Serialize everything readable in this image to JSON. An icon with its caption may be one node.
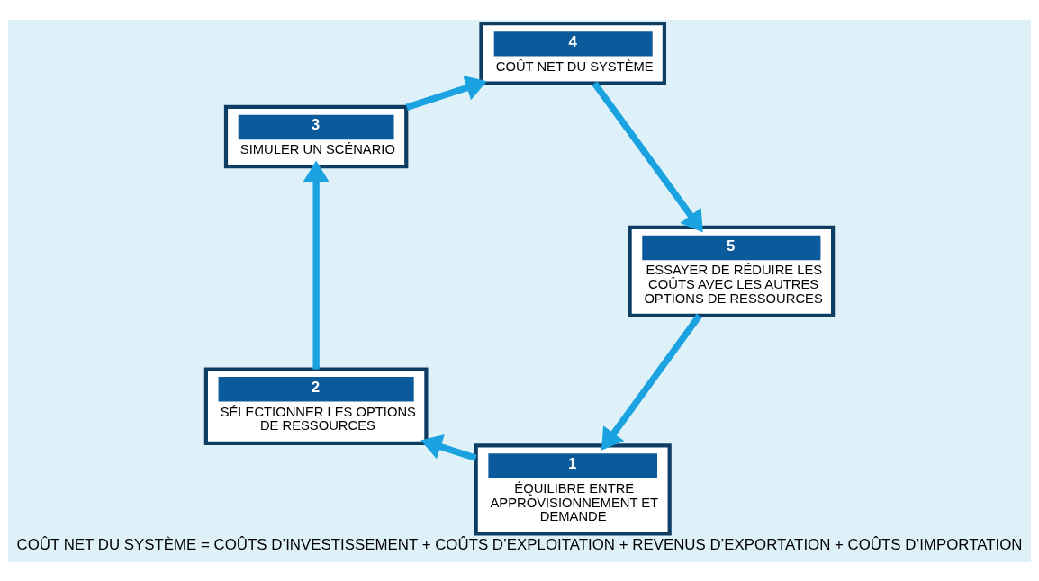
{
  "diagram": {
    "caption": "COÛT NET DU SYSTÈME = COÛTS D’INVESTISSEMENT + COÛTS D’EXPLOITATION + REVENUS D’EXPORTATION + COÛTS D’IMPORTATION",
    "nodes": [
      {
        "text": [
          "1",
          "ÉQUILIBRE ENTRE APPROVISIONNEMENT ET DEMANDE"
        ]
      },
      {
        "text": [
          "2",
          "SÉLECTIONNER LES OPTIONS DE RESSOURCES"
        ]
      },
      {
        "text": [
          "3",
          "SIMULER UN SCÉNARIO"
        ]
      },
      {
        "text": [
          "4",
          "COÛT NET DU SYSTÈME"
        ]
      },
      {
        "text": [
          "5",
          "ESSAYER DE RÉDUIRE LES COÛTS AVEC LES AUTRES OPTIONS DE RESSOURCES"
        ]
      }
    ],
    "edges": [
      {
        "from": 0,
        "to": 1,
        "arrow": "to"
      },
      {
        "from": 1,
        "to": 2,
        "arrow": "to"
      },
      {
        "from": 2,
        "to": 3,
        "arrow": "to"
      },
      {
        "from": 3,
        "to": 4,
        "arrow": "to"
      },
      {
        "from": 4,
        "to": 0,
        "arrow": "to"
      }
    ]
  }
}
